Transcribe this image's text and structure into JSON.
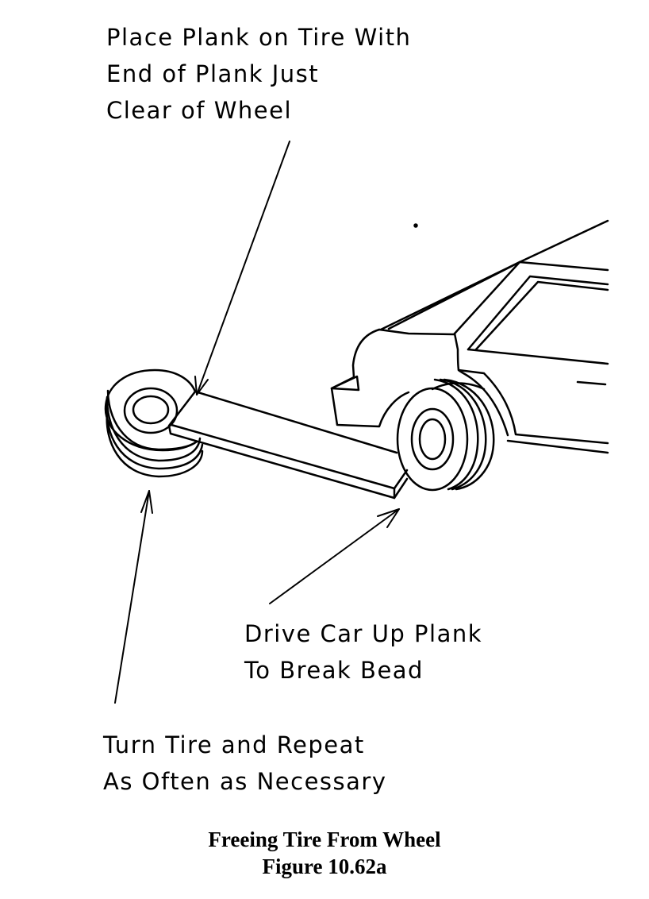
{
  "diagram": {
    "subject": "Freeing tire from wheel using a plank and a car",
    "annotations": [
      {
        "id": "place-plank",
        "lines": [
          "Place Plank on Tire With",
          "End of Plank Just",
          "Clear of Wheel"
        ],
        "points_to": "plank end on tire"
      },
      {
        "id": "drive-car",
        "lines": [
          "Drive Car Up Plank",
          "To Break Bead"
        ],
        "points_to": "plank end under car wheel"
      },
      {
        "id": "turn-tire",
        "lines": [
          "Turn Tire and Repeat",
          "As Often as Necessary"
        ],
        "points_to": "tire on ground"
      }
    ],
    "components": [
      "tire",
      "plank",
      "car",
      "car-wheel"
    ],
    "caption": {
      "title": "Freeing Tire From Wheel",
      "figure": "Figure 10.62a"
    }
  }
}
